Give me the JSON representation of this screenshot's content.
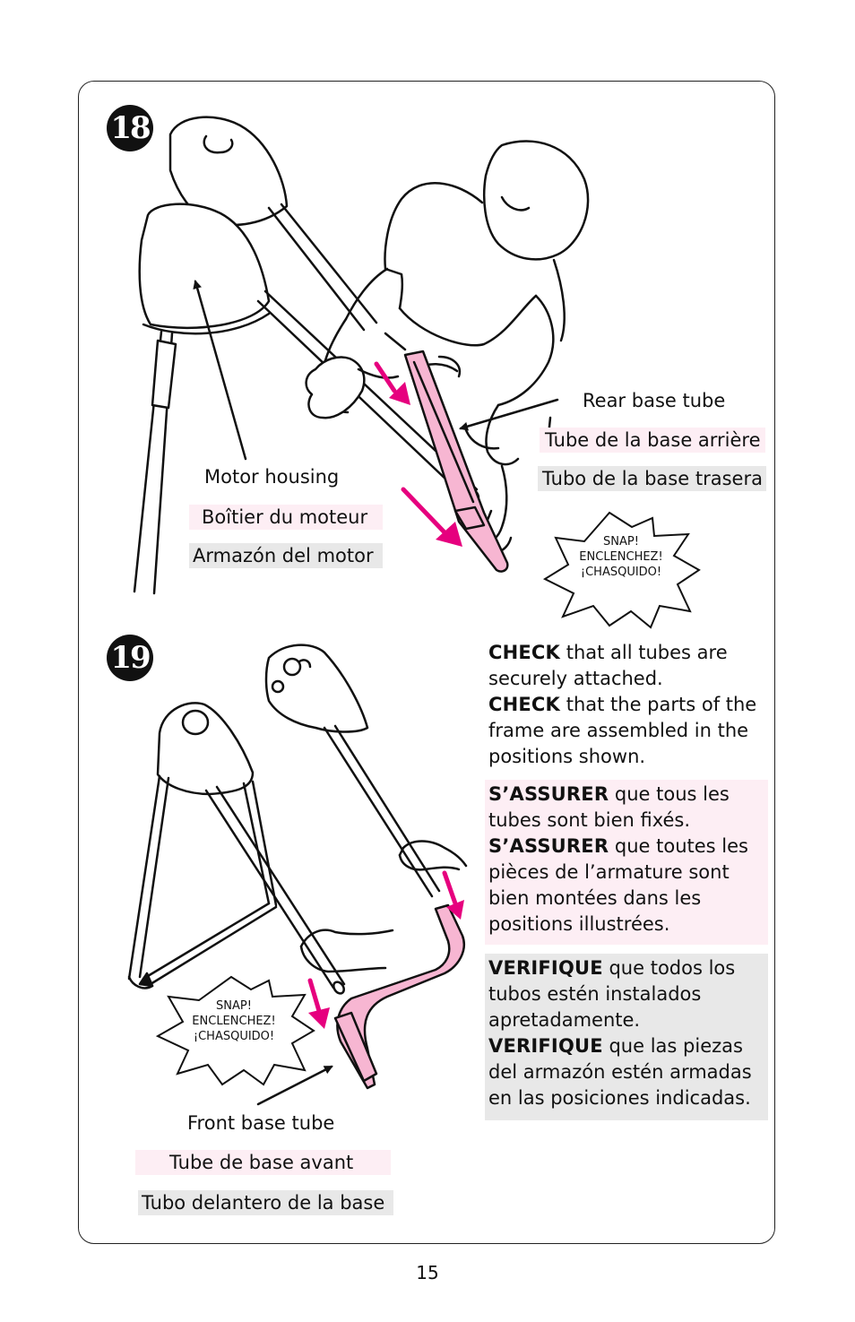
{
  "step18": {
    "number": "18",
    "labels": {
      "motor_en": "Motor housing",
      "motor_fr": "Boîtier du moteur",
      "motor_es": "Armazón del motor",
      "rear_en": "Rear base tube",
      "rear_fr": "Tube de la base arrière",
      "rear_es": "Tubo de la base trasera"
    },
    "snap": [
      "SNAP!",
      "ENCLENCHEZ!",
      "¡CHASQUIDO!"
    ]
  },
  "step19": {
    "number": "19",
    "snap": [
      "SNAP!",
      "ENCLENCHEZ!",
      "¡CHASQUIDO!"
    ],
    "labels": {
      "front_en": "Front base tube",
      "front_fr": "Tube de base avant",
      "front_es": "Tubo delantero de la base"
    },
    "check_en": {
      "kw1": "CHECK",
      "t1": " that all tubes are securely attached.",
      "kw2": "CHECK",
      "t2": " that the parts of the frame are assembled in the positions shown."
    },
    "check_fr": {
      "kw1": "S’ASSURER",
      "t1": " que tous les tubes sont bien fixés.",
      "kw2": "S’ASSURER",
      "t2": " que toutes les pièces de l’armature sont bien montées dans les positions illustrées."
    },
    "check_es": {
      "kw1": "VERIFIQUE",
      "t1": " que todos los tubos estén instalados apretadamente.",
      "kw2": "VERIFIQUE",
      "t2": " que las piezas del armazón estén armadas en las posiciones indicadas."
    }
  },
  "page_number": "15",
  "colors": {
    "accent_magenta": "#e6007e",
    "pink_fill": "#f7b6d2",
    "tint_pink": "#fdeef4",
    "tint_gray": "#e8e8e8"
  }
}
